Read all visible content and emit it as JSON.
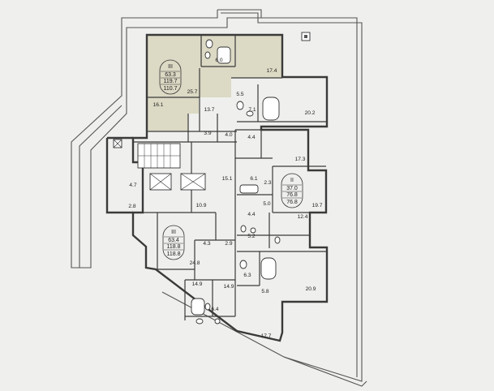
{
  "highlight_color": "#dcd9c4",
  "apartments": [
    {
      "id": "apt-3-top",
      "number": "III",
      "living": "63.3",
      "total": "119.7",
      "total2": "110.7",
      "highlighted": true
    },
    {
      "id": "apt-2-right",
      "number": "II",
      "living": "37.0",
      "total": "76.8",
      "total2": "76.8",
      "highlighted": false
    },
    {
      "id": "apt-3-bottom",
      "number": "III",
      "living": "63.4",
      "total": "118.8",
      "total2": "118.8",
      "highlighted": false
    }
  ],
  "rooms": [
    "6.0",
    "17.4",
    "25.7",
    "16.1",
    "5.5",
    "7.1",
    "20.2",
    "13.7",
    "3.9",
    "4.0",
    "4.4",
    "17.3",
    "15.1",
    "6.1",
    "2.3",
    "19.7",
    "4.7",
    "2.8",
    "10.9",
    "4.4",
    "5.0",
    "12.4",
    "4.3",
    "2.9",
    "5.2",
    "24.8",
    "6.3",
    "14.9",
    "14.9",
    "5.8",
    "20.9",
    "6.4",
    "17.7"
  ]
}
